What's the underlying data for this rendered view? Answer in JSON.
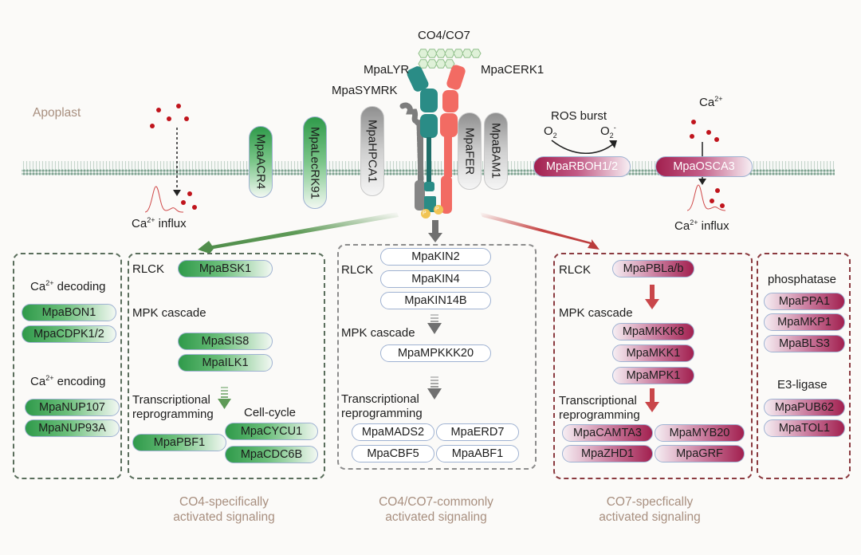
{
  "compartment": {
    "apoplast_label": "Apoplast"
  },
  "ligand": {
    "label": "CO4/CO7"
  },
  "receptors": {
    "lyr": "MpaLYR",
    "symrk": "MpaSYMRK",
    "cerk1": "MpaCERK1",
    "phospho_label": "P"
  },
  "membrane_proteins": {
    "acr4": "MpaACR4",
    "lecrk91": "MpaLecRK91",
    "hpca1": "MpaHPCA1",
    "fer": "MpaFER",
    "bam1": "MpaBAM1",
    "rboh": "MpaRBOH1/2",
    "osca3": "MpaOSCA3"
  },
  "ros": {
    "title": "ROS burst",
    "substrate": "O",
    "substrate_sub": "2",
    "product": "O",
    "product_sub": "2",
    "product_sup": "-"
  },
  "calcium": {
    "ion": "Ca",
    "charge": "2+",
    "influx_suffix": " influx"
  },
  "panels": {
    "ca_panel": {
      "decoding_prefix": "Ca",
      "decoding_charge": "2+",
      "decoding_suffix": " decoding",
      "decoding_items": [
        "MpaBON1",
        "MpaCDPK1/2"
      ],
      "encoding_prefix": "Ca",
      "encoding_charge": "2+",
      "encoding_suffix": " encoding",
      "encoding_items": [
        "MpaNUP107",
        "MpaNUP93A"
      ]
    },
    "co4": {
      "rlck_label": "RLCK",
      "rlck_items": [
        "MpaBSK1"
      ],
      "mpk_label": "MPK cascade",
      "mpk_items": [
        "MpaSIS8",
        "MpaILK1"
      ],
      "tr_label_1": "Transcriptional",
      "tr_label_2": "reprogramming",
      "tr_items": [
        "MpaPBF1"
      ],
      "cellcycle_label": "Cell-cycle",
      "cellcycle_items": [
        "MpaCYCU1",
        "MpaCDC6B"
      ],
      "caption_1": "CO4-specifically",
      "caption_2": "activated signaling"
    },
    "common": {
      "rlck_label": "RLCK",
      "rlck_items": [
        "MpaKIN2",
        "MpaKIN4",
        "MpaKIN14B"
      ],
      "mpk_label": "MPK cascade",
      "mpk_items": [
        "MpaMPKKK20"
      ],
      "tr_label_1": "Transcriptional",
      "tr_label_2": "reprogramming",
      "tr_items": [
        "MpaMADS2",
        "MpaERD7",
        "MpaCBF5",
        "MpaABF1"
      ],
      "caption_1": "CO4/CO7-commonly",
      "caption_2": "activated signaling"
    },
    "co7": {
      "rlck_label": "RLCK",
      "rlck_items": [
        "MpaPBLa/b"
      ],
      "mpk_label": "MPK cascade",
      "mpk_items": [
        "MpaMKKK8",
        "MpaMKK1",
        "MpaMPK1"
      ],
      "tr_label_1": "Transcriptional",
      "tr_label_2": "reprogramming",
      "tr_items": [
        "MpaCAMTA3",
        "MpaMYB20",
        "MpaZHD1",
        "MpaGRF"
      ],
      "caption_1": "CO7-specfically",
      "caption_2": "activated signaling"
    },
    "reg_panel": {
      "phosphatase_label": "phosphatase",
      "phosphatase_items": [
        "MpaPPA1",
        "MpaMKP1",
        "MpaBLS3"
      ],
      "e3_label": "E3-ligase",
      "e3_items": [
        "MpaPUB62",
        "MpaTOL1"
      ]
    }
  },
  "colors": {
    "co4_green": "#2f9a4a",
    "co7_magenta": "#a2204f",
    "lyr_teal": "#2a8c86",
    "cerk1_salmon": "#f26b63",
    "symrk_gray": "#7d7d7d",
    "calcium_red": "#c0141c",
    "caption_brown": "#a88f7f"
  }
}
